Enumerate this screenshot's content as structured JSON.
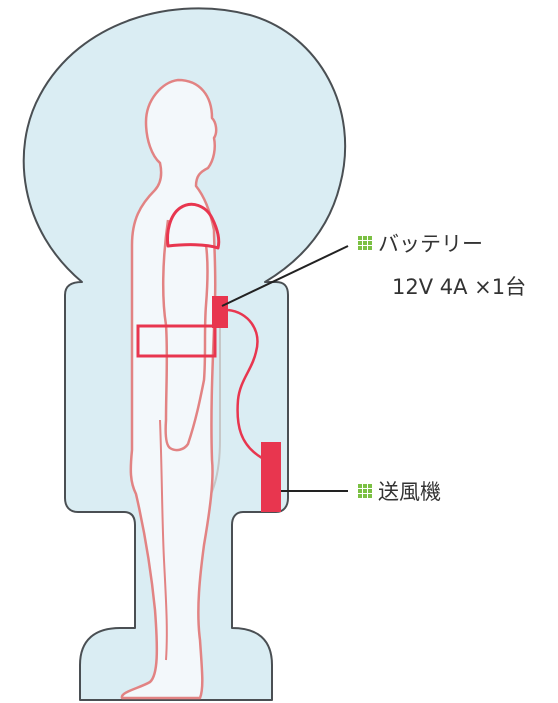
{
  "colors": {
    "suit_fill": "#daedf3",
    "suit_stroke": "#4a4f53",
    "figure_fill": "#f3f8fb",
    "figure_stroke": "#e28383",
    "accent_red": "#e8364f",
    "hip_outline": "#c6c6c6",
    "legend_green": "#7bc043",
    "leader_line": "#222222",
    "label_text": "#333333"
  },
  "labels": {
    "battery": {
      "title": "バッテリー",
      "spec": "12V 4A ×1台",
      "icon": "green-grid-icon"
    },
    "blower": {
      "title": "送風機",
      "icon": "green-grid-icon"
    }
  }
}
